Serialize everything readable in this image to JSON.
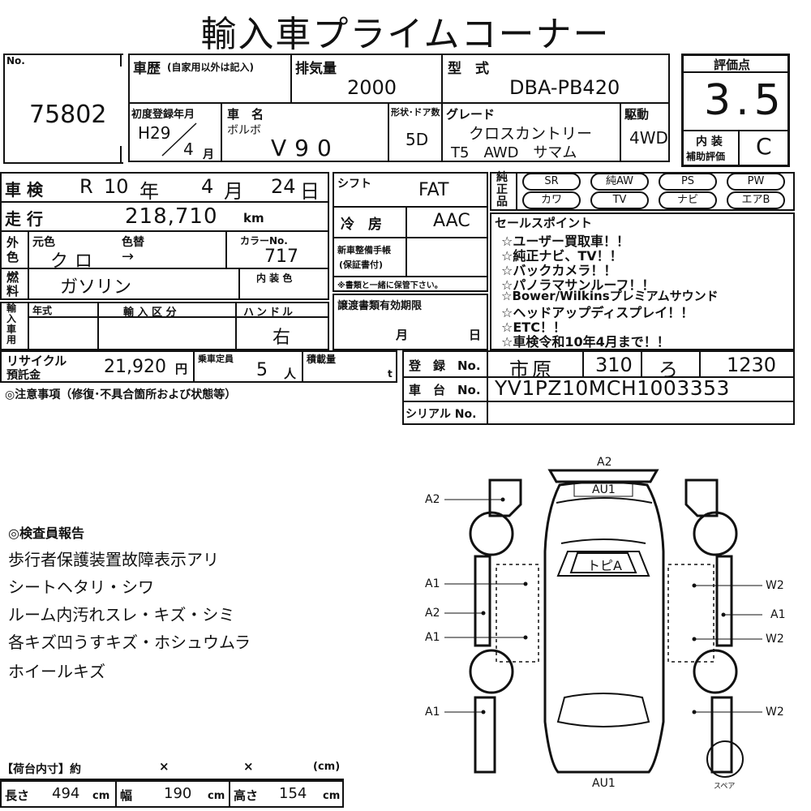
{
  "title": "輸入車プライムコーナー",
  "lot": {
    "label": "No.",
    "number": "75802"
  },
  "history": {
    "label": "車歴",
    "note": "(自家用以外は記入)"
  },
  "displacement": {
    "label": "排気量",
    "value": "2000"
  },
  "model_type": {
    "label": "型　式",
    "value": "DBA-PB420"
  },
  "first_reg": {
    "label": "初度登録年月",
    "year": "H29",
    "month": "4",
    "month_unit": "月"
  },
  "car_name": {
    "label": "車　名",
    "maker": "ボルボ",
    "value": "V90"
  },
  "doors": {
    "label": "形状･ドア数",
    "value": "5D"
  },
  "grade": {
    "label": "グレード",
    "line1": "クロスカントリー",
    "line2": "T5　AWD　サマム"
  },
  "drive": {
    "label": "駆動",
    "value": "4WD"
  },
  "score": {
    "label": "評価点",
    "value": "3.5",
    "interior_label1": "内 装",
    "interior_label2": "補助評価",
    "interior_value": "C"
  },
  "inspection": {
    "label": "車 検",
    "era": "R",
    "year": "10",
    "year_unit": "年",
    "month": "4",
    "month_unit": "月",
    "day": "24",
    "day_unit": "日"
  },
  "mileage": {
    "label": "走 行",
    "value": "218,710",
    "unit": "km"
  },
  "shift": {
    "label": "シフト",
    "value": "FAT"
  },
  "aircon": {
    "label": "冷　房",
    "value": "AAC"
  },
  "exterior_color": {
    "side_label": "外色",
    "orig_label": "元色",
    "change_label": "色替",
    "orig": "クロ",
    "arrow": "→"
  },
  "color_no": {
    "label": "カラーNo.",
    "value": "717"
  },
  "fuel": {
    "side_label": "燃料",
    "value": "ガソリン"
  },
  "interior_color": {
    "label": "内 装 色"
  },
  "maintenance": {
    "label1": "新車整備手帳",
    "label2": "(保証書付)",
    "note": "※書類と一緒に保管下さい。"
  },
  "equipment": {
    "side_label": "純正品",
    "items": [
      "SR",
      "純AW",
      "PS",
      "PW",
      "カワ",
      "TV",
      "ナビ",
      "エアB"
    ]
  },
  "sales_points": {
    "label": "セールスポイント",
    "items": [
      "☆ユーザー買取車！！",
      "☆純正ナビ、TV！！",
      "☆バックカメラ！！",
      "☆パノラマサンルーフ！！",
      "☆Bower/Wilkinsプレミアムサウンド",
      "☆ヘッドアップディスプレイ！！",
      "☆ETC！！",
      "☆車検令和10年4月まで！！"
    ]
  },
  "import": {
    "side_label": "輸入車用",
    "year_label": "年式",
    "type_label": "輸 入 区 分",
    "handle_label": "ハンドル",
    "handle_value": "右"
  },
  "transfer_docs": {
    "label": "譲渡書類有効期限",
    "month_unit": "月",
    "day_unit": "日"
  },
  "recycle": {
    "label1": "リサイクル",
    "label2": "預託金",
    "value": "21,920",
    "unit": "円"
  },
  "capacity": {
    "label": "乗車定員",
    "value": "5",
    "unit": "人"
  },
  "load": {
    "label": "積載量",
    "unit": "t"
  },
  "registration": {
    "label": "登　録　No.",
    "place": "市原",
    "class": "310",
    "kana": "ろ",
    "number": "1230"
  },
  "chassis": {
    "label": "車　台　No.",
    "value": "YV1PZ10MCH1003353"
  },
  "serial": {
    "label": "シリアル No."
  },
  "notes_label": "◎注意事項（修復･不具合箇所および状態等）",
  "inspector": {
    "label": "◎検査員報告",
    "lines": [
      "歩行者保護装置故障表示アリ",
      "シートヘタリ・シワ",
      "ルーム内汚れスレ・キズ・シミ",
      "各キズ凹うすキズ・ホシュウムラ",
      "ホイールキズ"
    ]
  },
  "cargo": {
    "label": "【荷台内寸】約",
    "x1": "×",
    "x2": "×",
    "unit_note": "(cm)"
  },
  "dimensions": {
    "length_label": "長さ",
    "length": "494",
    "width_label": "幅",
    "width": "190",
    "height_label": "高さ",
    "height": "154",
    "unit": "cm"
  },
  "diagram": {
    "top_a2": "A2",
    "top_au1": "AU1",
    "roof": "トピA",
    "left_labels": [
      "A2",
      "A1",
      "A2",
      "A1",
      "A1"
    ],
    "right_labels": [
      "W2",
      "A1",
      "W2",
      "W2"
    ],
    "bottom_au1": "AU1",
    "spare": "スペア"
  }
}
